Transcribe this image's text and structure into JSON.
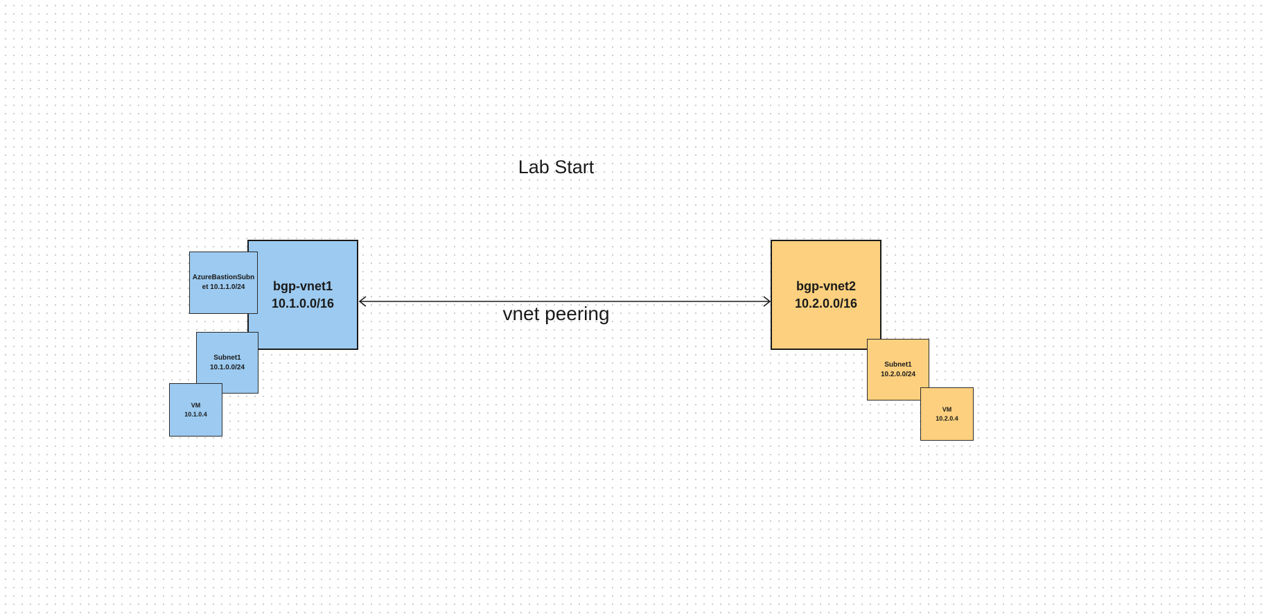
{
  "title": "Lab Start",
  "vnet1": {
    "name": "bgp-vnet1",
    "cidr": "10.1.0.0/16",
    "color": "#9ccaf0",
    "subnets": {
      "bastion": "AzureBastionSubnet 10.1.1.0/24",
      "subnet1_name": "Subnet1",
      "subnet1_cidr": "10.1.0.0/24"
    },
    "vm": {
      "name": "VM",
      "ip": "10.1.0.4"
    }
  },
  "vnet2": {
    "name": "bgp-vnet2",
    "cidr": "10.2.0.0/16",
    "color": "#fcd07e",
    "subnets": {
      "subnet1_name": "Subnet1",
      "subnet1_cidr": "10.2.0.0/24"
    },
    "vm": {
      "name": "VM",
      "ip": "10.2.0.4"
    }
  },
  "connector": {
    "label": "vnet peering",
    "style": "bidirectional-arrow"
  }
}
